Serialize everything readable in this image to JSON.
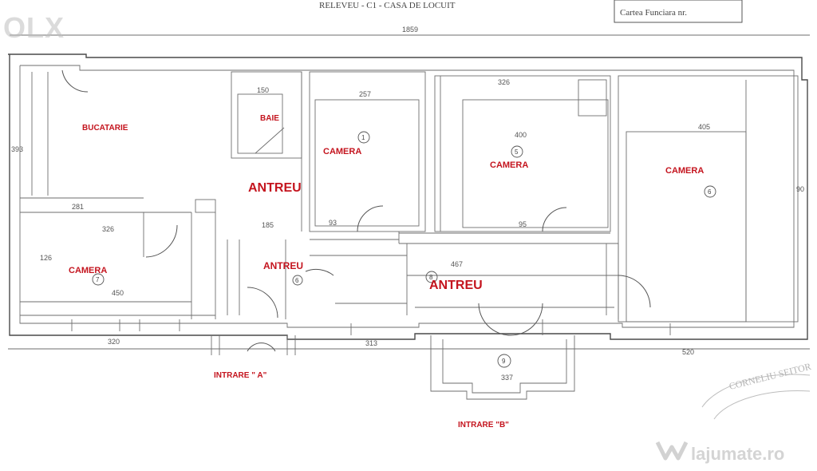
{
  "header": {
    "title": "RELEVEU - C1 - CASA DE LOCUIT",
    "cadastre_box": "Cartea Funciara nr.",
    "overall_dimension": "1859"
  },
  "rooms": {
    "kitchen": "BUCATARIE",
    "bathroom": "BAIE",
    "room_1": "CAMERA",
    "room_2": "CAMERA",
    "room_3": "CAMERA",
    "room_4": "CAMERA",
    "hall_main": "ANTREU",
    "hall_small": "ANTREU",
    "hall_center": "ANTREU"
  },
  "room_numbers": {
    "room_1": "1",
    "room_2": "5",
    "room_3": "6",
    "room_4": "7",
    "hall_center": "8",
    "hall_small": "6",
    "entrance_b": "9"
  },
  "entrances": {
    "a": "INTRARE \" A\"",
    "b": "INTRARE \"B\""
  },
  "dimensions": {
    "d_kitchen_left": "393",
    "d_bath_width": "150",
    "d_room1_width": "257",
    "d_room2_top": "326",
    "d_room2_width": "400",
    "d_room3_width": "405",
    "d_bottom_left": "320",
    "d_bottom_right": "520",
    "d_entrance_b": "337",
    "d_camera4_width": "450",
    "d_antreu_center": "467",
    "d_antreu_left": "185",
    "d_bottom_mid": "313",
    "d_room4_top": "326",
    "d_room4_left": "126",
    "d_kitchen_bottom": "281",
    "d_right_side": "90",
    "d_room1_h": "93",
    "d_room2_h": "95"
  },
  "watermarks": {
    "olx": "OLX",
    "site": "lajumate.ro"
  },
  "stamp": {
    "text": "CORNELIU SEITOR"
  }
}
